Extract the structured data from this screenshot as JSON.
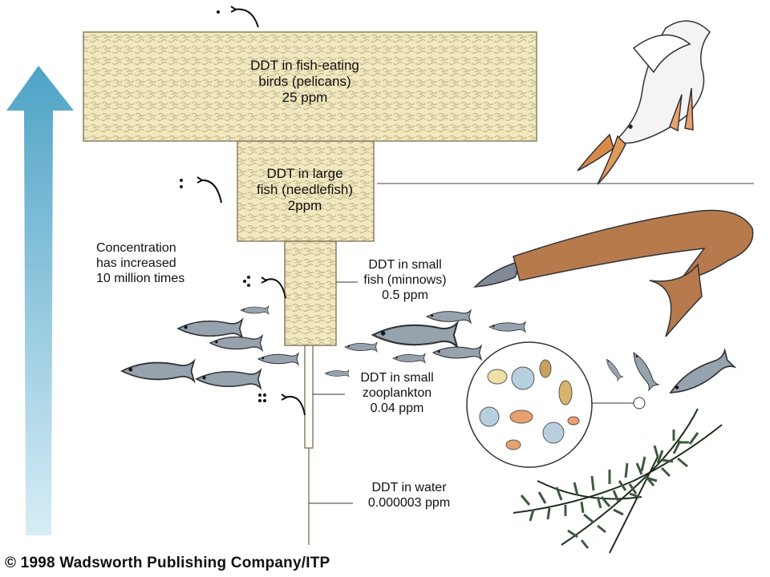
{
  "pyramid": {
    "level_birds": {
      "line1": "DDT in fish-eating",
      "line2": "birds (pelicans)",
      "line3": "25 ppm"
    },
    "level_large_fish": {
      "line1": "DDT in large",
      "line2": "fish (needlefish)",
      "line3": "2ppm"
    },
    "level_small_fish": {
      "line1": "DDT in small",
      "line2": "fish (minnows)",
      "line3": "0.5 ppm"
    },
    "level_zooplankton": {
      "line1": "DDT in small",
      "line2": "zooplankton",
      "line3": "0.04 ppm"
    },
    "level_water": {
      "line1": "DDT in water",
      "line2": "0.000003 ppm"
    }
  },
  "concentration_note": {
    "line1": "Concentration",
    "line2": "has increased",
    "line3": "10 million times"
  },
  "copyright": "© 1998 Wadsworth Publishing Company/ITP",
  "colors": {
    "box_fill": "#f2e8bf",
    "box_border": "#8a8060",
    "arrow": "#5aaccc",
    "fish": "#8d99a6",
    "needlefish": "#b67a4d",
    "plant": "#3d5a3c"
  },
  "icons": [
    "up-arrow-icon",
    "pelican-icon",
    "needlefish-icon",
    "minnow-icon",
    "zooplankton-icon",
    "water-plant-icon",
    "ddt-dot-icon"
  ]
}
